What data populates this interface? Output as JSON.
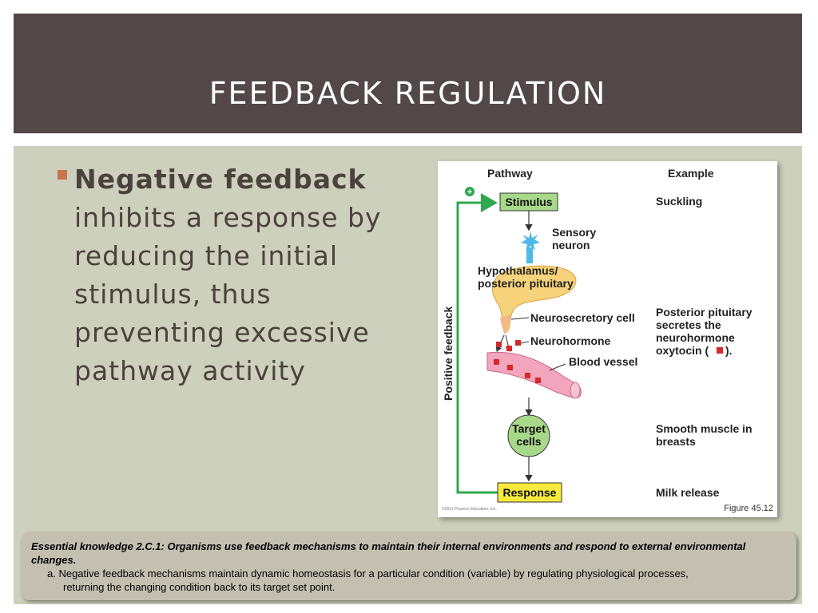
{
  "slide": {
    "title": "FEEDBACK REGULATION",
    "bullet_bold": "Negative feedback",
    "bullet_rest": " inhibits a response by reducing the initial stimulus, thus preventing excessive pathway activity"
  },
  "figure": {
    "col_pathway": "Pathway",
    "col_example": "Example",
    "plus_sign": "+",
    "stimulus": "Stimulus",
    "sensory_neuron_line1": "Sensory",
    "sensory_neuron_line2": "neuron",
    "hypothalamus_line1": "Hypothalamus/",
    "hypothalamus_line2": "posterior pituitary",
    "neurosecretory_cell": "Neurosecretory cell",
    "neurohormone": "Neurohormone",
    "blood_vessel": "Blood vessel",
    "target_line1": "Target",
    "target_line2": "cells",
    "response": "Response",
    "positive_feedback": "Positive feedback",
    "example_suckling": "Suckling",
    "example_pp_line1": "Posterior pituitary",
    "example_pp_line2": "secretes the",
    "example_pp_line3": "neurohormone",
    "example_pp_line4a": "oxytocin (",
    "example_pp_line4b": ").",
    "example_smooth_line1": "Smooth muscle in",
    "example_smooth_line2": "breasts",
    "example_milk": "Milk release",
    "copyright": "©2011 Pearson Education, Inc.",
    "figure_number": "Figure 45.12"
  },
  "note": {
    "heading": "Essential knowledge 2.C.1: Organisms use feedback mechanisms to maintain their internal environments and respond to external environmental changes.",
    "item_line1": "a. Negative feedback mechanisms maintain dynamic homeostasis for a particular condition (variable) by regulating physiological processes,",
    "item_line2": "returning the changing condition back to its target set point."
  },
  "colors": {
    "title_bar": "#524847",
    "content_bg": "#cdd0bc",
    "bullet": "#c9744f",
    "feedback_arrow": "#2fa84f",
    "stimulus_box": "#a8d88a",
    "response_box": "#f7ea3c",
    "target_cell": "#a8d88a",
    "hypothalamus": "#f6d27a",
    "blood_vessel": "#f2a5bd",
    "neurohormone": "#d42a2a"
  }
}
